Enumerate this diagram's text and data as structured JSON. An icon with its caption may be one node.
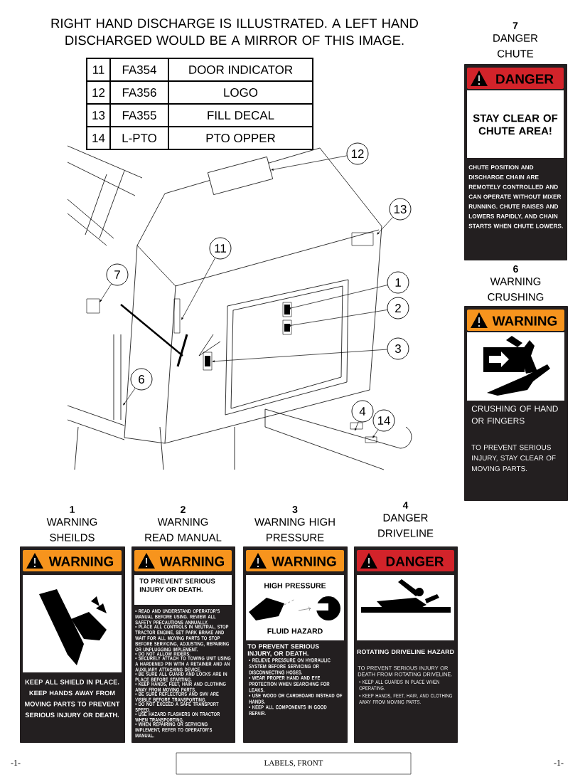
{
  "diagram": {
    "title": "RIGHT HAND DISCHARGE IS ILLUSTRATED. A LEFT HAND DISCHARGED WOULD BE A MIRROR  OF THIS IMAGE.",
    "caption": "LABELS, FRONT",
    "nodes": [
      {
        "text": [
          "12"
        ]
      },
      {
        "text": [],
        "shape": "box"
      },
      {
        "text": [
          "13"
        ]
      },
      {
        "text": [
          "11"
        ]
      },
      {
        "text": [
          "7"
        ]
      },
      {
        "text": [
          "1"
        ]
      },
      {
        "text": [
          "2"
        ]
      },
      {
        "text": [
          "3"
        ]
      },
      {
        "text": [
          "6"
        ]
      },
      {
        "text": [
          "4"
        ]
      },
      {
        "text": [
          "14"
        ]
      },
      {
        "text": [
          "7",
          "DANGER CHUTE",
          "DANGER",
          "STAY CLEAR OF CHUTE AREA!",
          "CHUTE POSITION AND DISCHARGE CHAIN ARE REMOTELY CONTROLLED AND CAN OPERATE WITHOUT MIXER RUNNING. CHUTE RAISES AND LOWERS RAPIDLY, AND CHAIN STARTS WHEN CHUTE LOWERS."
        ]
      },
      {
        "text": [
          "6",
          "WARNING CRUSHING",
          "WARNING",
          "CRUSHING OF HAND OR FINGERS",
          "TO PREVENT SERIOUS INJURY, STAY CLEAR OF MOVING PARTS."
        ]
      },
      {
        "text": [
          "1",
          "WARNING SHEILDS",
          "WARNING",
          "KEEP ALL SHIELD IN PLACE. KEEP HANDS AWAY FROM MOVING PARTS TO PREVENT SERIOUS INJURY OR DEATH."
        ]
      },
      {
        "text": [
          "2",
          "WARNING READ MANUAL",
          "WARNING",
          "TO PREVENT SERIOUS INJURY OR DEATH.",
          "• READ AND UNDERSTAND OPERATOR'S MANUAL BEFORE USING. REVIEW ALL SAFETY PRECAUTIONS ANNUALLY.",
          "• PLACE ALL CONTROLS IN NEUTRAL, STOP TRACTOR ENGINE, SET PARK BRAKE AND WAIT FOR ALL MOVING PARTS TO STOP BEFORE SERVICING, ADJUSTING, REPAIRING OR UNPLUGGING IMPLEMENT.",
          "• DO NOT ALLOW RIDERS.",
          "• SECURELY ATTACH TO TOWING UNIT USING A HARDENED PIN WITH A RETAINER AND AN AUXILIARY ATTACHING DEVICE.",
          "• BE SURE ALL GUARD AND LOCKS ARE IN PLACE BEFORE STARTING.",
          "• KEEP HANDS, FEET, HAIR AND CLOTHING AWAY FROM MOVING PARTS.",
          "• BE SURE REFLECTORS AND SMV ARE VISIBLE BEFORE TRANSPORTING.",
          "• DO NOT EXCEED A SAFE TRANSPORT SPEED.",
          "• USE HAZARD FLASHERS ON TRACTOR WHEN TRANSPORTING.",
          "• WHEN REPAIRING OR SERVICING IMPLEMENT, REFER TO OPERATOR'S MANUAL."
        ]
      },
      {
        "text": [
          "3",
          "WARNING HIGH PRESSURE",
          "WARNING",
          "HIGH PRESSURE",
          "FLUID HAZARD",
          "TO PREVENT SERIOUS INJURY, OR DEATH.",
          "• RELIEVE PRESSURE ON HYDRAULIC SYSTEM BEFORE SERVICING OR DISCONNECTING HOSES.",
          "• WEAR PROPER HAND AND EYE PROTECTION WHEN SEARCHING FOR LEAKS.",
          "• USE WOOD OR CARDBOARD INSTEAD OF HANDS.",
          "• KEEP ALL COMPONENTS IN GOOD REPAIR."
        ]
      },
      {
        "text": [
          "4",
          "DANGER DRIVELINE",
          "DANGER",
          "ROTATING DRIVELINE HAZARD",
          "TO PREVENT SERIOUS INJURY OR DEATH FROM ROTATING DRIVELINE.",
          "• KEEP ALL GUARDS IN PLACE WHEN OPERATING.",
          "• KEEP HANDS, FEET, HAIR, AND CLOTHING AWAY FROM MOVING PARTS."
        ]
      }
    ],
    "edges": [
      {
        "from": 0,
        "to": 1,
        "arrow": "to"
      },
      {
        "from": 2,
        "to": null,
        "arrow": "to"
      },
      {
        "from": 3,
        "to": null,
        "arrow": "to"
      },
      {
        "from": 4,
        "to": null,
        "arrow": "to"
      },
      {
        "from": 5,
        "to": null,
        "arrow": "to"
      },
      {
        "from": 6,
        "to": null,
        "arrow": "to"
      },
      {
        "from": 7,
        "to": null,
        "arrow": "to"
      },
      {
        "from": 8,
        "to": null,
        "arrow": "to"
      },
      {
        "from": 9,
        "to": null,
        "arrow": "to"
      },
      {
        "from": 10,
        "to": null,
        "arrow": "to"
      }
    ],
    "labels": [
      "11",
      "FA354",
      "DOOR INDICATOR",
      "12",
      "FA356",
      "LOGO",
      "13",
      "FA355",
      "FILL DECAL",
      "14",
      "L-PTO",
      "PTO OPPER",
      "-1-",
      "-1-"
    ]
  }
}
